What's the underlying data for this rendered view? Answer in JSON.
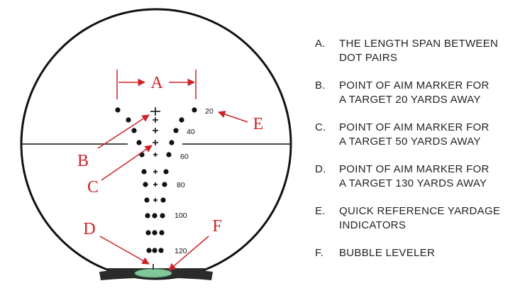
{
  "callouts": {
    "A": "A",
    "B": "B",
    "C": "C",
    "D": "D",
    "E": "E",
    "F": "F"
  },
  "yardage_labels": [
    "20",
    "40",
    "60",
    "80",
    "100",
    "120"
  ],
  "legend": [
    {
      "letter": "A.",
      "text": "THE LENGTH SPAN BETWEEN\nDOT PAIRS"
    },
    {
      "letter": "B.",
      "text": "POINT OF AIM MARKER FOR\nA TARGET 20 YARDS AWAY"
    },
    {
      "letter": "C.",
      "text": "POINT OF AIM MARKER FOR\nA TARGET 50 YARDS AWAY"
    },
    {
      "letter": "D.",
      "text": "POINT OF AIM MARKER FOR\nA TARGET 130 YARDS AWAY"
    },
    {
      "letter": "E.",
      "text": "QUICK REFERENCE YARDAGE\nINDICATORS"
    },
    {
      "letter": "F.",
      "text": "BUBBLE LEVELER"
    }
  ],
  "colors": {
    "callout_red": "#cc2229",
    "reticle_black": "#111111",
    "bubble_green": "#7fc89a"
  }
}
